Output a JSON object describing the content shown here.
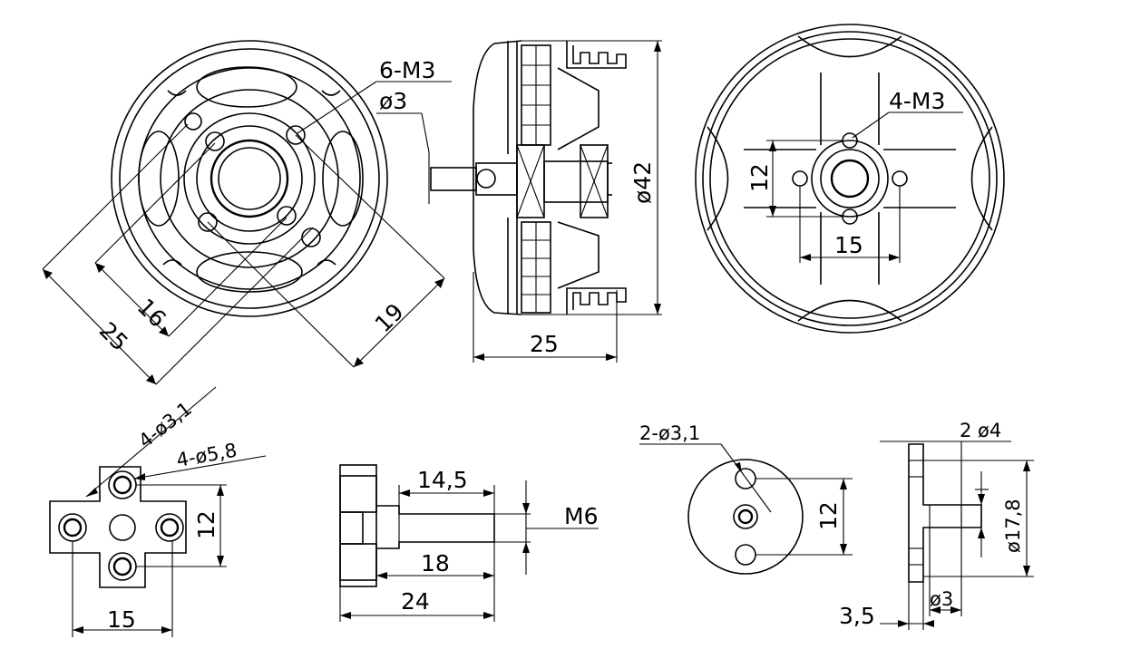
{
  "labels": {
    "v1_6m3": "6-M3",
    "v1_d3": "ø3",
    "v1_16": "16",
    "v1_25": "25",
    "v1_19": "19",
    "v2_d42": "ø42",
    "v2_25": "25",
    "v3_4m3": "4-M3",
    "v3_12": "12",
    "v3_15": "15",
    "v4_4d31": "4-ø3,1",
    "v4_4d58": "4-ø5,8",
    "v4_12": "12",
    "v4_15": "15",
    "v5_145": "14,5",
    "v5_m6": "M6",
    "v5_18": "18",
    "v5_24": "24",
    "v6_2d31": "2-ø3,1",
    "v6_12": "12",
    "v7_2d4": "2 ø4",
    "v7_d178": "ø17,8",
    "v7_35": "3,5",
    "v7_d3": "ø3"
  }
}
